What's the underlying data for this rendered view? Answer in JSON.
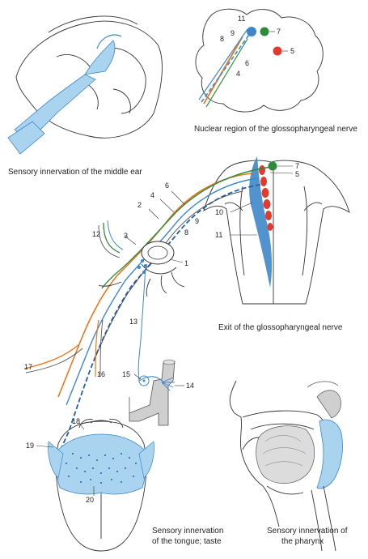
{
  "captions": {
    "middle_ear": "Sensory innervation of the middle ear",
    "nuclear_region": "Nuclear region of the glossopharyngeal nerve",
    "exit": "Exit of the glossopharyngeal nerve",
    "tongue_line1": "Sensory innervation",
    "tongue_line2": "of the tongue; taste",
    "pharynx_line1": "Sensory innervation of",
    "pharynx_line2": "the pharynx"
  },
  "labels": {
    "l1": "1",
    "l2": "2",
    "l3": "3",
    "l4a": "4",
    "l4b": "4",
    "l5a": "5",
    "l5b": "5",
    "l6a": "6",
    "l6b": "6",
    "l7a": "7",
    "l7b": "7",
    "l8a": "8",
    "l8b": "8",
    "l9a": "9",
    "l9b": "9",
    "l10": "10",
    "l11a": "11",
    "l11b": "11",
    "l12": "12",
    "l13": "13",
    "l14": "14",
    "l15": "15",
    "l16": "16",
    "l17": "17",
    "l18": "18",
    "l19": "19",
    "l20": "20"
  },
  "colors": {
    "sensory_blue": "#3d87c9",
    "light_blue": "#a9d3ee",
    "motor_red": "#e23a2c",
    "parasympathetic_green": "#2e8b3c",
    "orange": "#e8771f",
    "taste_dashed_blue": "#1f5fae"
  }
}
